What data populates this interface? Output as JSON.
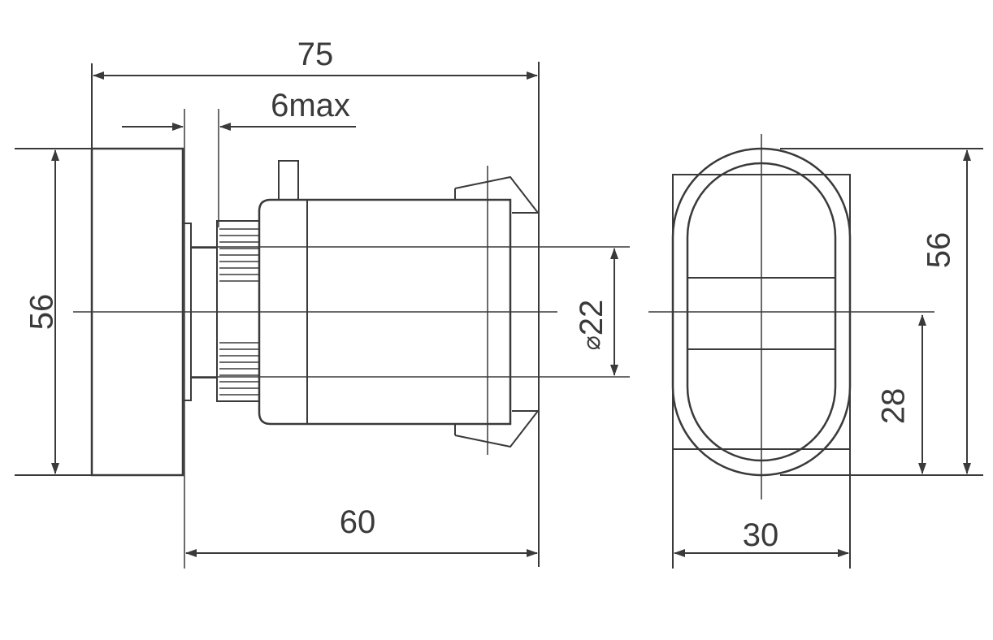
{
  "dimensions": {
    "overall_length": "75",
    "panel_thickness": "6max",
    "height_side": "56",
    "diameter_symbol": "⌀",
    "diameter_value": "22",
    "body_length": "60",
    "width_front": "30",
    "height_front": "56",
    "half_height_front": "28"
  },
  "colors": {
    "line": "#3a3a3a",
    "background": "#ffffff"
  }
}
